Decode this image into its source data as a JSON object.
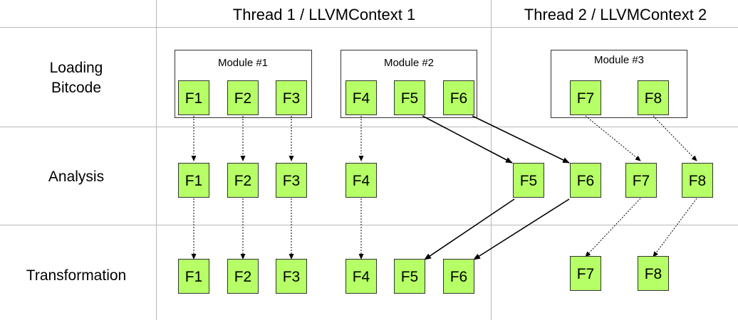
{
  "headers": {
    "thread1": "Thread 1 / LLVMContext 1",
    "thread2": "Thread 2 / LLVMContext 2"
  },
  "rows": {
    "loading_line1": "Loading",
    "loading_line2": "Bitcode",
    "analysis": "Analysis",
    "transformation": "Transformation"
  },
  "modules": {
    "m1": "Module #1",
    "m2": "Module #2",
    "m3": "Module #3"
  },
  "functions": {
    "load": [
      "F1",
      "F2",
      "F3",
      "F4",
      "F5",
      "F6",
      "F7",
      "F8"
    ],
    "analysis": [
      "F1",
      "F2",
      "F3",
      "F4",
      "F5",
      "F6",
      "F7",
      "F8"
    ],
    "transform": [
      "F1",
      "F2",
      "F3",
      "F4",
      "F5",
      "F6",
      "F7",
      "F8"
    ]
  },
  "colors": {
    "box_fill": "#b6ff66",
    "box_stroke": "#333333",
    "grid": "#b8b8b8"
  }
}
